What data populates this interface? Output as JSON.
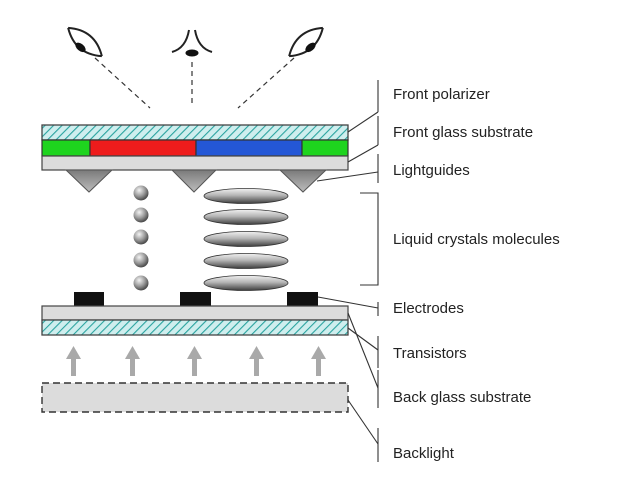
{
  "labels": {
    "front_polarizer": "Front polarizer",
    "front_glass_substrate": "Front glass substrate",
    "lightguides": "Lightguides",
    "liquid_crystals_molecules": "Liquid crystals molecules",
    "electrodes": "Electrodes",
    "transistors": "Transistors",
    "back_glass_substrate": "Back glass substrate",
    "backlight": "Backlight"
  },
  "icons": {
    "viewer_eye": "eye-icon",
    "light_arrow": "arrow-up-icon"
  },
  "colors": {
    "red_subpixel": "#ee1c1c",
    "green_subpixel": "#1ed41e",
    "blue_subpixel": "#2457d6",
    "polarizer_hatch": "#2aa39f",
    "glass": "#dcdcdc",
    "electrode": "#111111",
    "backlight": "#dcdcdc",
    "arrow": "#a9a9a9"
  }
}
